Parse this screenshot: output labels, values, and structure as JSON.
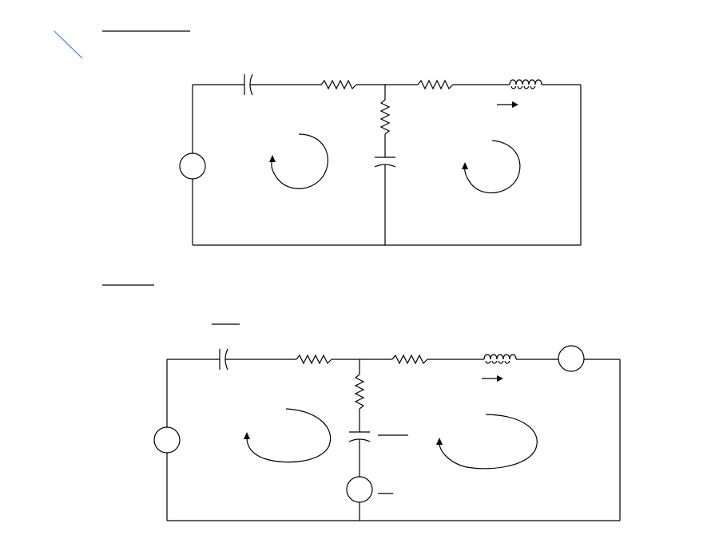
{
  "slide": {
    "background": "#ffffff",
    "line_color": "#000000",
    "accent_color": "#4a7bd0"
  },
  "diagrams": [
    {
      "id": "circuit-1",
      "components": [
        "voltage-source",
        "capacitor",
        "resistor",
        "resistor",
        "resistor",
        "inductor",
        "capacitor"
      ],
      "mesh_currents": [
        "counterclockwise",
        "counterclockwise"
      ],
      "current_arrow": "right"
    },
    {
      "id": "circuit-2",
      "components": [
        "voltage-source",
        "capacitor",
        "resistor",
        "resistor",
        "resistor",
        "inductor",
        "capacitor",
        "voltage-source",
        "voltage-source"
      ],
      "mesh_currents": [
        "counterclockwise",
        "counterclockwise"
      ],
      "current_arrow": "right"
    }
  ]
}
